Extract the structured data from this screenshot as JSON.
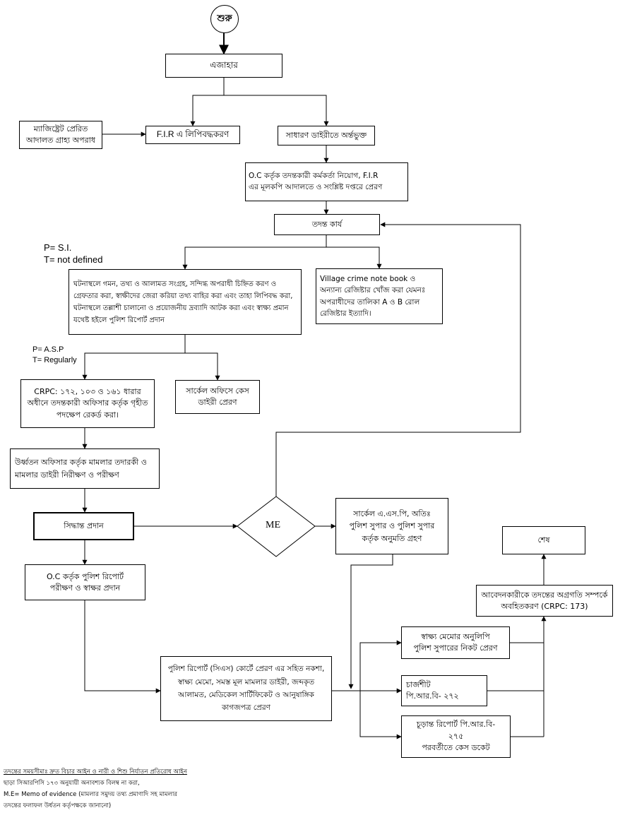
{
  "nodes": {
    "start": "শুরু",
    "ejahar": "এজাহার",
    "magistrate": "ম্যাজিষ্ট্রেট প্রেরিত\nআদালত গ্রাহ্য অপরাধ",
    "fir_record": "F.I.R এ লিপিবদ্ধকরণ",
    "general_diary": "সাধারণ ডাইরীতে অর্ন্তভুক্ত",
    "oc_assign": "O.C কর্তৃক তদন্তকারী কর্মকর্তা নিয়োগ, F.I.R\nএর মূলকপি আদালতে ও সংশ্লিষ্ট দপ্তরে প্রেরণ",
    "investigation": "তদন্ত কার্য",
    "field_visit": "ঘটনাস্থলে গমন, তথ্য ও আলামত সংগ্রহ, সন্দিগ্ধ অপরাধী চিহ্নিত করণ ও গ্রেফতার করা, স্বাক্ষীদের জেরা করিয়া তথ্য বাহির করা এবং তাহা লিপিবদ্ধ করা, ঘটনাস্থলে তল্লাশী চালানো ও প্রয়োজনীয় দ্রব্যাদি আটক করা এবং স্বাক্ষ্য প্রমান যথেষ্ট হইলে পুলিশ রিপোর্ট প্রদান",
    "village_crime": "Village crime note book ও অন্যান্য রেজিষ্টার খোঁজ করা যেমনঃ অপরাধীদের তালিকা A ও B রোল রেজিষ্টার ইত্যাদি।",
    "crpc_record": "CRPC: ১৭২, ১০৩ ও ১৬১ ধারার অধীনে তদন্তকারী অফিসার কর্তৃক গৃহীত পদক্ষেপ রেকর্ড করা।",
    "circle_office": "সার্কেল অফিসে কেস\nডাইরী প্রেরণ",
    "superior_review": "উর্ধ্বতন অফিসার কর্তৃক মামলার তদারকী ও মামলার ডাইরী নিরীক্ষণ ও পরীক্ষণ",
    "decision": "সিদ্ধান্ত প্রদান",
    "me": "ME",
    "permission": "সার্কেল এ.এস.পি, অতিঃ\nপুলিশ সুপার ও পুলিশ সুপার\nকর্তৃক অনুমতি গ্রহণ",
    "oc_signature": "O.C কর্তৃক পুলিশ রিপোর্ট\nপরীক্ষণ ও স্বাক্ষর প্রদান",
    "court_send": "পুলিশ রিপোর্ট (সিএস) কোর্টে প্রেরণ এর সহিত নকশা, স্বাক্ষ্য মেমো, সমস্ত মূল মামলার ডাইরী, জব্দকৃত আলামত, মেডিকেল সার্টিফিকেট ও আনুষাঙ্গিক কাগজপত্র প্রেরণ",
    "memo_copy": "স্বাক্ষ্য মেমোর অনুলিপি\nপুলিশ সুপারের নিকট প্রেরণ",
    "charge_sheet": "চার্জশীট\nপি.আর.বি- ২৭২",
    "final_report": "চূড়ান্ত রিপোর্ট পি.আর.বি-\n২৭৫\nপরবর্তীতে কেস ডকেট",
    "notify": "আবেদনকারীকে তদন্তের অগ্রগতি সম্পর্কে\nঅবহিতকরণ (CRPC: 173)",
    "end": "শেষ"
  },
  "labels": {
    "p_si": "P= S.I.",
    "t_not_defined": "T= not defined",
    "p_asp": "P= A.S.P",
    "t_regularly": "T= Regularly"
  },
  "notes": {
    "line1": "তদন্তের সময়সীমাঃ দ্রুত বিচার আইন ও নারী ও শিশু নির্যাতন প্রতিরোধ আইন",
    "line2": "ছাড়া সিআরপিসি ১৭৩ অনুযায়ী অনাবশ্যক বিলম্ব না করা,",
    "line3": "M.E= Memo of evidence (মামলার সমুদয় তথ্য প্রমাণাদি সহ মামলার",
    "line4": "তদন্তের ফলাফল উর্ধতন কর্তৃপক্ষকে জানানো)"
  }
}
